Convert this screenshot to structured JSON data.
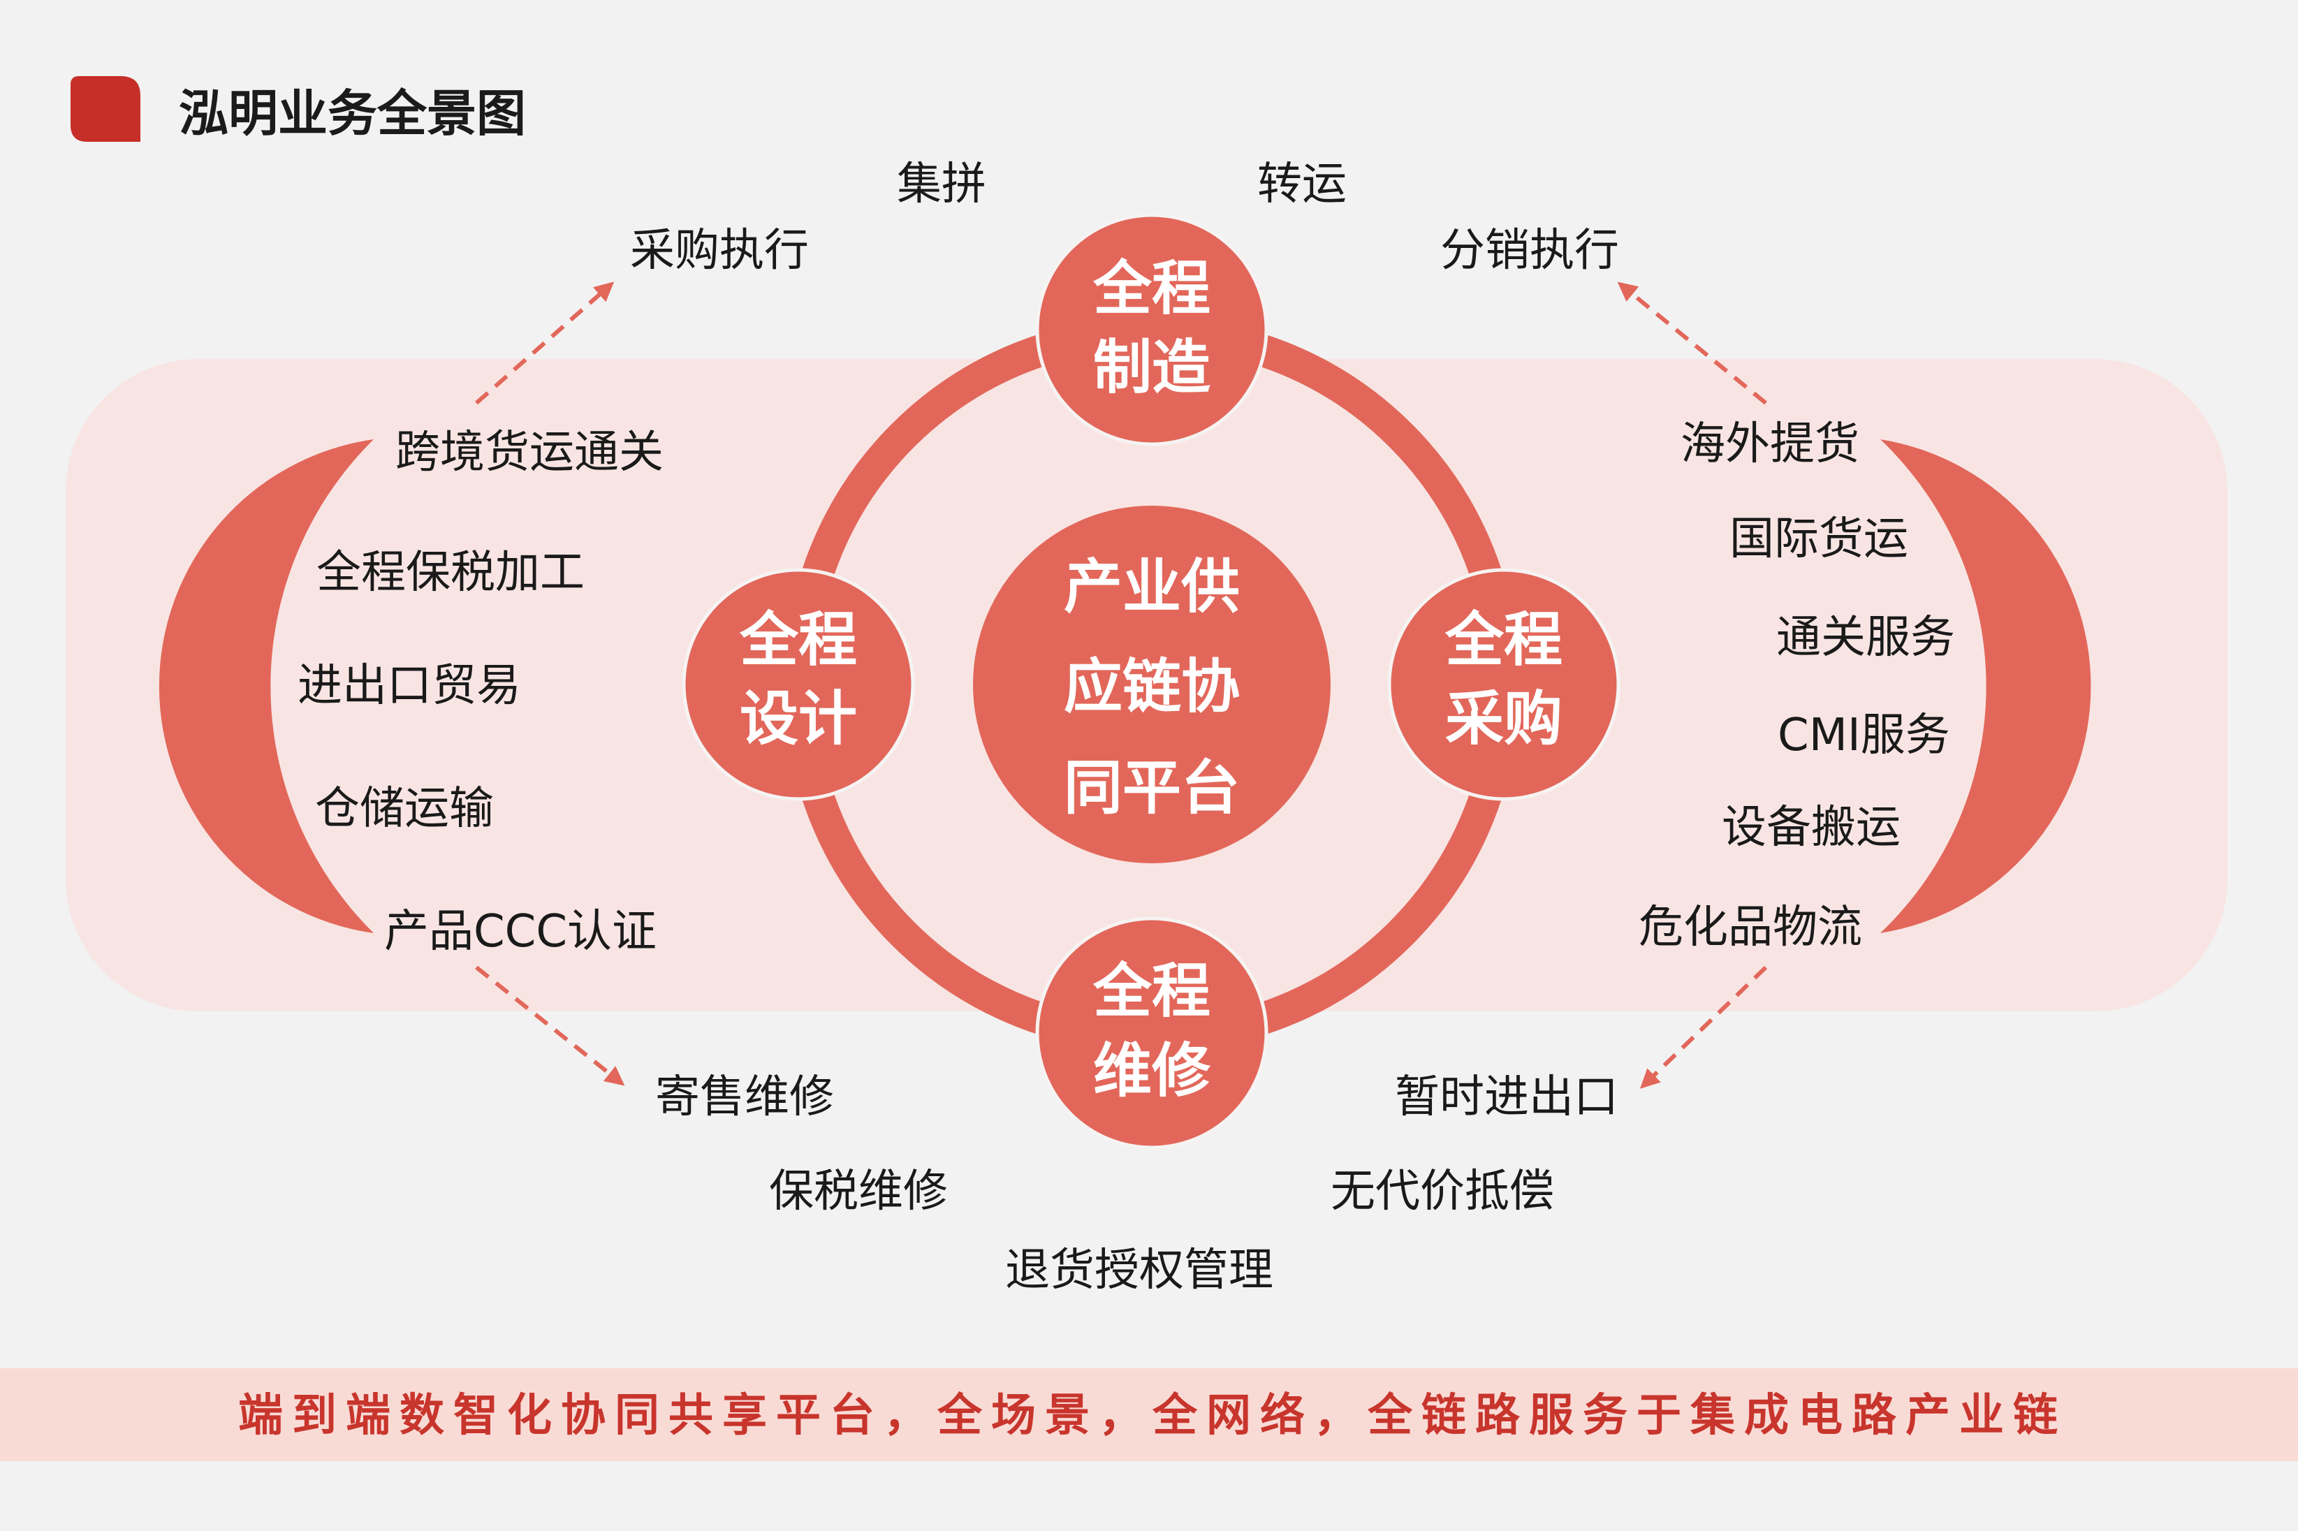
{
  "header": {
    "title": "泓明业务全景图"
  },
  "diagram": {
    "hub": [
      "产业供",
      "应链协",
      "同平台"
    ],
    "stages": {
      "manufacturing": [
        "全程",
        "制造"
      ],
      "design": [
        "全程",
        "设计"
      ],
      "procurement": [
        "全程",
        "采购"
      ],
      "maintenance": [
        "全程",
        "维修"
      ]
    },
    "top_items": [
      "集拼",
      "转运"
    ],
    "corner_items": {
      "upper_left": "采购执行",
      "upper_right": "分销执行",
      "lower_left": "寄售维修",
      "lower_right": "暂时进出口"
    },
    "left_items": [
      "跨境货运通关",
      "全程保税加工",
      "进出口贸易",
      "仓储运输",
      "产品CCC认证"
    ],
    "right_items": [
      "海外提货",
      "国际货运",
      "通关服务",
      "CMI服务",
      "设备搬运",
      "危化品物流"
    ],
    "bottom_items": [
      "保税维修",
      "退货授权管理",
      "无代价抵偿"
    ]
  },
  "footer": {
    "slogan": "端到端数智化协同共享平台，全场景，全网络，全链路服务于集成电路产业链"
  },
  "colors": {
    "background": "#f2f2f2",
    "accent": "#e2675a",
    "title_badge": "#c62f27",
    "band": "#f8e5e3",
    "banner_bg": "#f9dbd6",
    "banner_text": "#c8352c"
  }
}
